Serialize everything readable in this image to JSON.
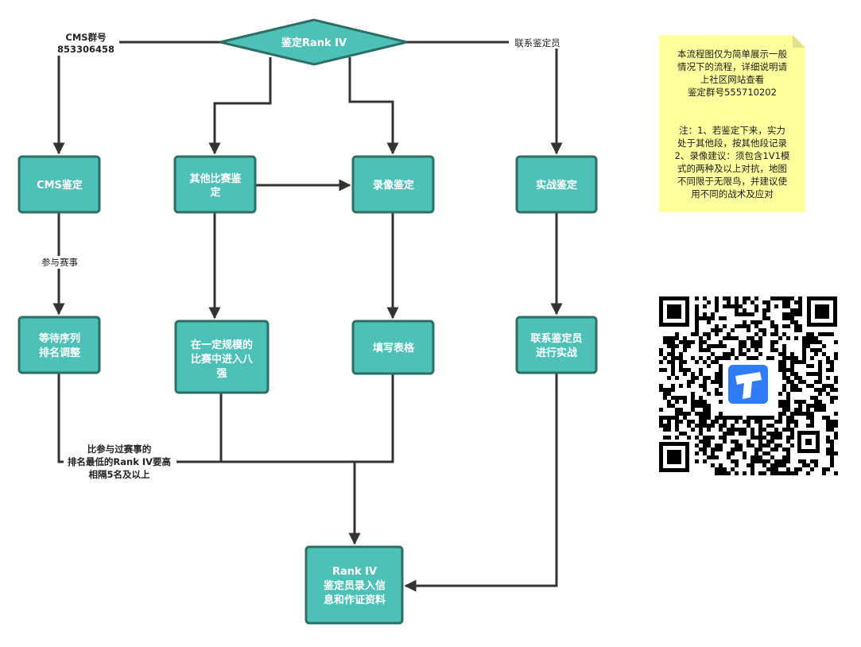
{
  "colors": {
    "node_fill": "#4dc1b7",
    "node_stroke": "#2d6e66",
    "edge": "#333333",
    "note_fill": "#ffff9e",
    "qr_dark": "#000000",
    "qr_logo": "#2f7cf6"
  },
  "nodes": {
    "start": "鉴定Rank IV",
    "cms": "CMS鉴定",
    "other_match": [
      "其他比赛鉴",
      "定"
    ],
    "video": "录像鉴定",
    "live": "实战鉴定",
    "wait_rank": [
      "等待序列",
      "排名调整"
    ],
    "top8": [
      "在一定规模的",
      "比赛中进入八",
      "强"
    ],
    "fill_form": "填写表格",
    "contact_live": [
      "联系鉴定员",
      "进行实战"
    ],
    "final": [
      "Rank IV",
      "鉴定员录入信",
      "息和作证资料"
    ]
  },
  "edge_labels": {
    "cms_group": [
      "CMS群号",
      "853306458"
    ],
    "contact_appraiser": "联系鉴定员",
    "join_event": "参与赛事",
    "rank_condition": [
      "比参与过赛事的",
      "排名最低的Rank IV要高",
      "相隔5名及以上"
    ]
  },
  "note": {
    "paragraph1": [
      "本流程图仅为简单展示一般",
      "情况下的流程，详细说明请",
      "上社区网站查看",
      "鉴定群号555710202"
    ],
    "paragraph2": [
      "注：1、若鉴定下来，实力",
      "处于其他段，按其他段记录",
      "2、录像建议：须包含1V1模",
      "式的两种及以上对抗，地图",
      "不同限于无限鸟，并建议使",
      "用不同的战术及应对"
    ]
  },
  "qr_code": {
    "icon": "qr-code",
    "logo_icon": "app-logo-icon"
  }
}
